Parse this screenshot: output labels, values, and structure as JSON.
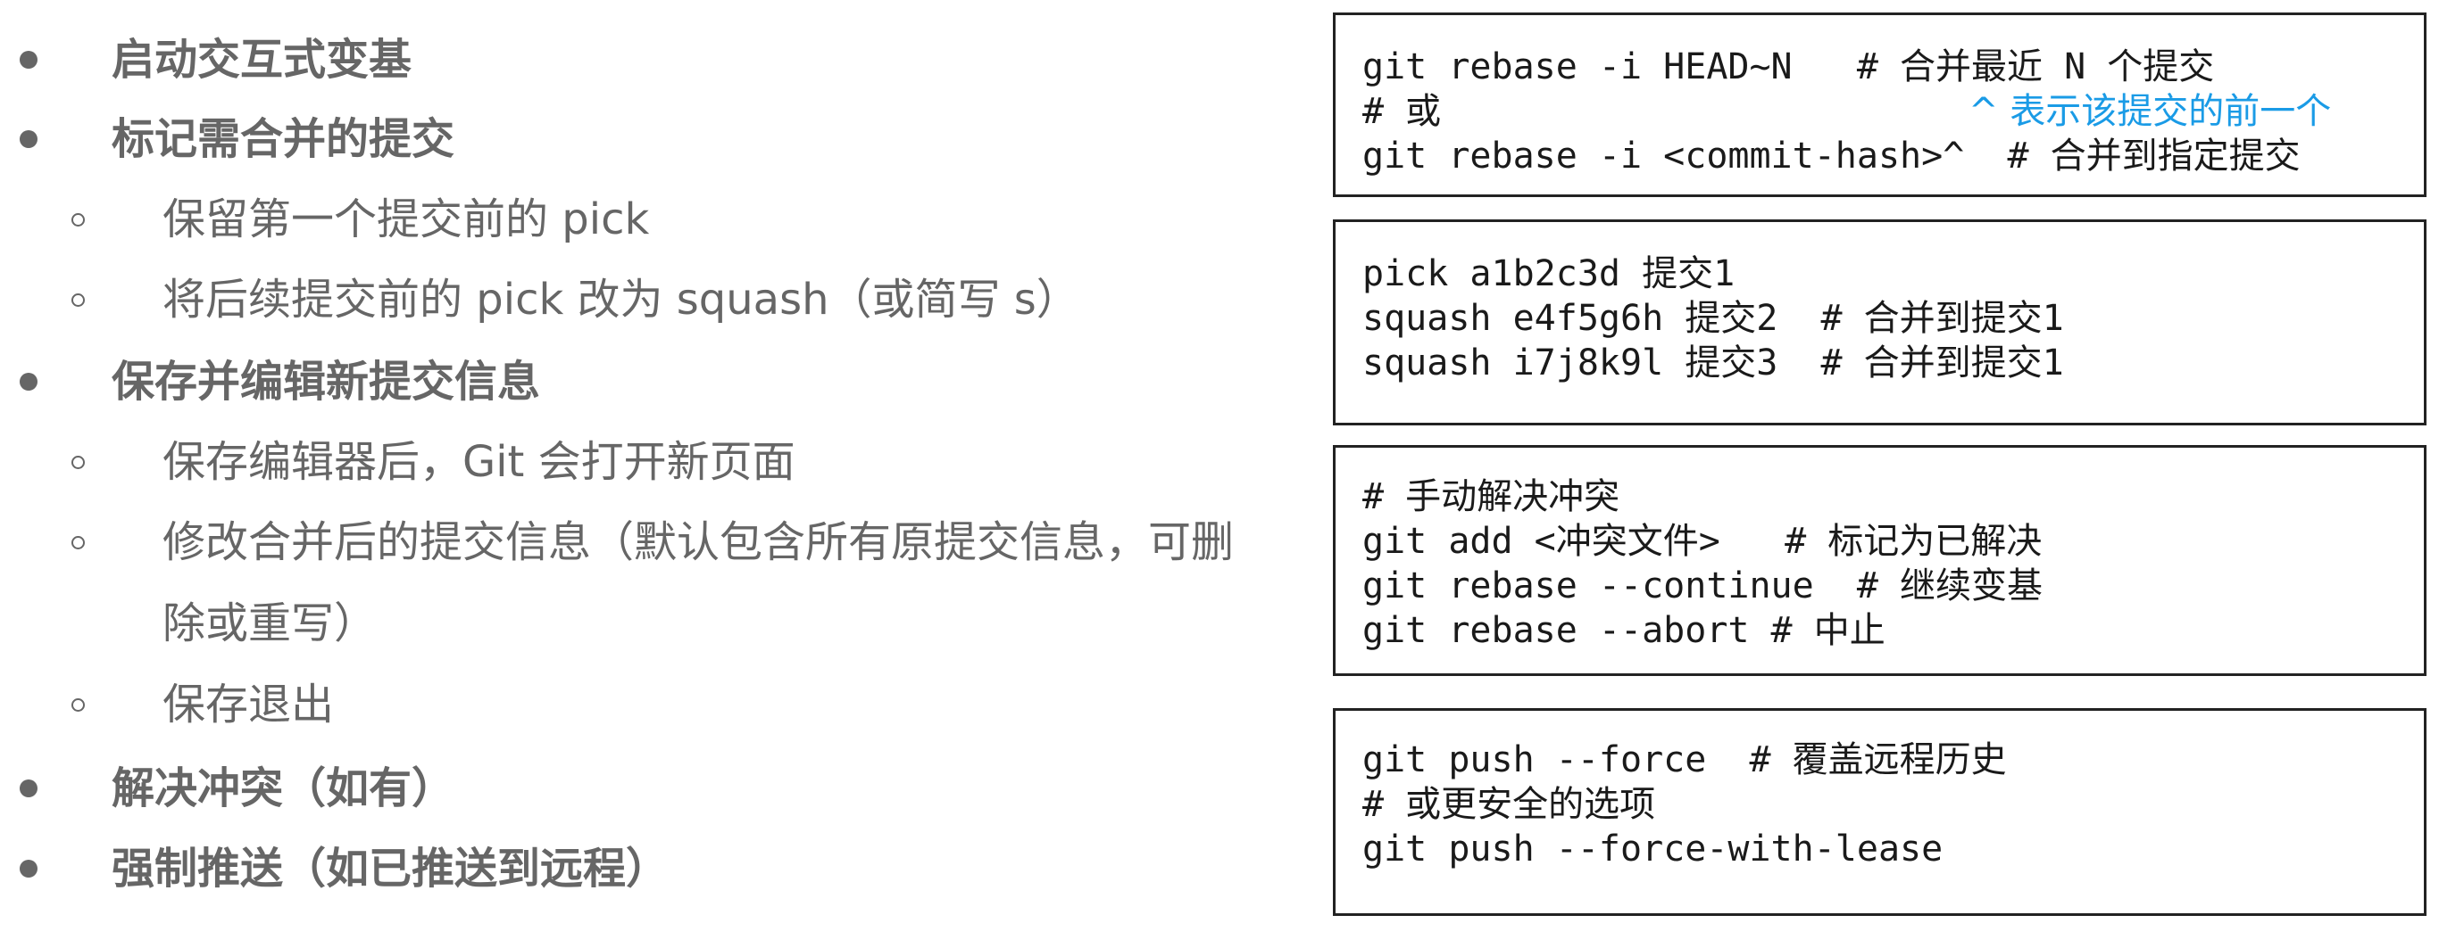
{
  "left_list": {
    "items": [
      {
        "level": 1,
        "text": "启动交互式变基"
      },
      {
        "level": 1,
        "text": "标记需合并的提交"
      },
      {
        "level": 2,
        "text": "保留第一个提交前的 pick"
      },
      {
        "level": 2,
        "text": "将后续提交前的 pick 改为 squash（或简写 s）"
      },
      {
        "level": 1,
        "text": "保存并编辑新提交信息"
      },
      {
        "level": 2,
        "text": "保存编辑器后，Git 会打开新页面"
      },
      {
        "level": 2,
        "text": "修改合并后的提交信息（默认包含所有原提交信息，可删"
      },
      {
        "level": 0,
        "text": "除或重写）"
      },
      {
        "level": 2,
        "text": "保存退出"
      },
      {
        "level": 1,
        "text": "解决冲突（如有）"
      },
      {
        "level": 1,
        "text": "强制推送（如已推送到远程）"
      }
    ]
  },
  "code_blocks": [
    {
      "lines": [
        "git rebase -i HEAD~N   # 合并最近 N 个提交",
        "# 或",
        "git rebase -i <commit-hash>^  # 合并到指定提交"
      ],
      "annotation": "^ 表示该提交的前一个"
    },
    {
      "lines": [
        "pick a1b2c3d 提交1",
        "squash e4f5g6h 提交2  # 合并到提交1",
        "squash i7j8k9l 提交3  # 合并到提交1"
      ]
    },
    {
      "lines": [
        "# 手动解决冲突",
        "git add <冲突文件>   # 标记为已解决",
        "git rebase --continue  # 继续变基",
        "git rebase --abort # 中止"
      ]
    },
    {
      "lines": [
        "git push --force  # 覆盖远程历史",
        "# 或更安全的选项",
        "git push --force-with-lease"
      ]
    }
  ],
  "colors": {
    "text": "#666666",
    "code_text": "#1a1a1a",
    "annotation": "#1a9be6",
    "border": "#222222"
  }
}
